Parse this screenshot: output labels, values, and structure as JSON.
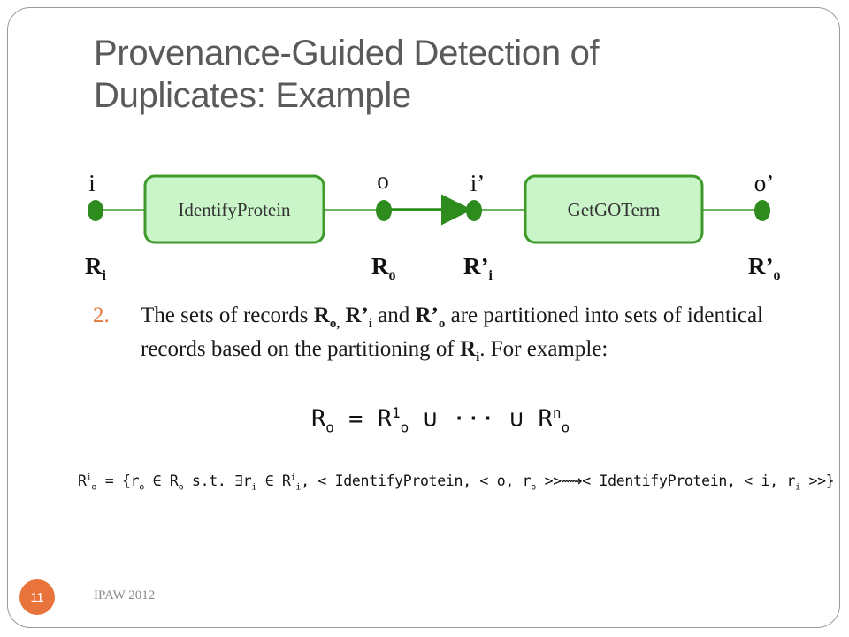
{
  "slide": {
    "title_line1": "Provenance-Guided Detection of",
    "title_line2": "Duplicates: Example",
    "page_number": "11",
    "footer": "IPAW 2012"
  },
  "workflow": {
    "processes": [
      {
        "id": "p1",
        "label": "IdentifyProtein"
      },
      {
        "id": "p2",
        "label": "GetGOTerm"
      }
    ],
    "ports": [
      {
        "id": "i",
        "label": "i",
        "relation": "R",
        "relation_sub": "i",
        "relation_prime": ""
      },
      {
        "id": "o",
        "label": "o",
        "relation": "R",
        "relation_sub": "o",
        "relation_prime": ""
      },
      {
        "id": "i_prime",
        "label": "i’",
        "relation": "R’",
        "relation_sub": "i",
        "relation_prime": "’"
      },
      {
        "id": "o_prime",
        "label": "o’",
        "relation": "R’",
        "relation_sub": "o",
        "relation_prime": "’"
      }
    ],
    "colors": {
      "process_fill": "#c9f5c9",
      "process_border": "#3f9a2c",
      "port_fill": "#2e8b1e",
      "link": "#2e8b1e"
    }
  },
  "body": {
    "item_number": "2.",
    "text_a": "The sets of records ",
    "rel_a": "R",
    "rel_a_sub": "o,",
    "text_b": " ",
    "rel_b": "R’",
    "rel_b_sub": "i",
    "text_c": " and ",
    "rel_c": "R’",
    "rel_c_sub": "o",
    "text_d": " are partitioned into sets of identical records based on the partitioning of ",
    "rel_d": "R",
    "rel_d_sub": "i",
    "text_e": ". For example:"
  },
  "formulas": {
    "f1_lhs": "R",
    "f1_lhs_sub": "o",
    "f1_eq": " = ",
    "f1_t1": "R",
    "f1_t1_sup": "1",
    "f1_t1_sub": "o",
    "f1_mid": " ∪ ··· ∪ ",
    "f1_t2": "R",
    "f1_t2_sup": "n",
    "f1_t2_sub": "o",
    "f2_lhs": "R",
    "f2_lhs_sup": "i",
    "f2_lhs_sub": "o",
    "f2_a": " = {r",
    "f2_a_sub": "o",
    "f2_b": " ∈ R",
    "f2_b_sub": "o",
    "f2_c": " s.t. ∃r",
    "f2_c_sub": "i",
    "f2_d": " ∈ R",
    "f2_d_sup": "i",
    "f2_d_sub": "i",
    "f2_e": ", < IdentifyProtein, < o, r",
    "f2_e_sub": "o",
    "f2_f": " >>⟿< IdentifyProtein, < i, r",
    "f2_f_sub": "i",
    "f2_g": " >>}"
  }
}
